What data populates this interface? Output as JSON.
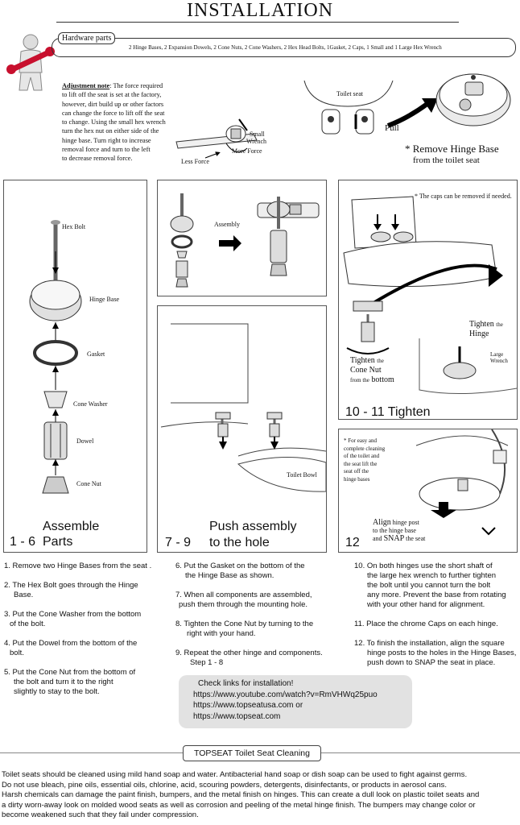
{
  "title": "INSTALLATION",
  "hardware": {
    "label": "Hardware parts",
    "list": "2 Hinge Bases, 2 Expansion Dowels, 2 Cone Nuts, 2 Cone Washers, 2 Hex Head Bolts, 1Gasket, 2 Caps, 1 Small and 1 Large Hex Wrench"
  },
  "adjustment": {
    "heading": "Adjustment note",
    "lines": [
      ": The force required",
      "to lift off the seat is set at the factory,",
      "however, dirt build up or other factors",
      "can change the force to lift off the seat",
      "to change. Using the small hex wrench",
      "turn the hex nut on either side of the",
      "hinge base.  Turn right to increase",
      "removal force and turn to the left",
      "to decrease removal force."
    ],
    "small_wrench": [
      "Small",
      "Wrench"
    ],
    "more_force": "More Force",
    "less_force": "Less Force"
  },
  "remove": {
    "toilet_seat": "Toilet seat",
    "pull": "Pull",
    "line1": "* Remove Hinge Base",
    "line2": "from the toilet seat"
  },
  "panel1": {
    "hex_bolt": "Hex Bolt",
    "hinge_base": "Hinge Base",
    "gasket": "Gasket",
    "cone_washer": "Cone Washer",
    "dowel": "Dowel",
    "cone_nut": "Cone Nut",
    "caption_top": "Assemble",
    "caption_num": "1 - 6",
    "caption_word": "Parts"
  },
  "panel2": {
    "assembly": "Assembly"
  },
  "panel3": {
    "toilet_bowl": "Toilet Bowl",
    "caption_num": "7 - 9",
    "caption_l1": "Push  assembly",
    "caption_l2": "to the hole"
  },
  "panel4": {
    "note": "* The caps can be removed if needed.",
    "tighten_hinge_1": "Tighten",
    "tighten_hinge_2": "the",
    "tighten_hinge_3": "Hinge",
    "large_wrench_1": "Large",
    "large_wrench_2": "Wrench",
    "tighten_nut_1": "Tighten",
    "tighten_nut_2": "the",
    "tighten_nut_3": "Cone Nut",
    "tighten_nut_4": "from the",
    "tighten_nut_5": "bottom",
    "caption": "10 - 11 Tighten"
  },
  "panel5": {
    "note": [
      "* For easy and",
      "complete cleaning",
      "of the toilet and",
      "the seat lift the",
      "seat off the",
      "hinge bases"
    ],
    "align_1": "Align",
    "align_2": "hinge post",
    "align_3": "to the hinge base",
    "align_4": "and",
    "align_5": "SNAP",
    "align_6": "the seat",
    "caption": "12"
  },
  "steps_col1": [
    {
      "a": "1. Remove two Hinge Bases from the seat .",
      "b": ""
    },
    {
      "a": "2. The Hex Bolt goes through the Hinge",
      "b": "Base."
    },
    {
      "a": "3. Put the Cone Washer from the bottom",
      "b": "of the bolt."
    },
    {
      "a": "4. Put the Dowel from the bottom of the",
      "b": "bolt."
    },
    {
      "a": "5. Put the Cone Nut from the bottom of",
      "b": "the bolt and turn it to the right"
    }
  ],
  "step5_extra": "slightly to stay to the bolt.",
  "steps_col2": [
    {
      "a": "6. Put the Gasket  on the bottom of the",
      "b": "the Hinge Base as shown."
    },
    {
      "a": "7.  When all components  are assembled,",
      "b": "push them through the mounting hole."
    },
    {
      "a": "8.  Tighten the Cone Nut by turning to the",
      "b": "right with your hand."
    },
    {
      "a": "9.  Repeat the other hinge and components.",
      "b": "Step 1 - 8"
    }
  ],
  "steps_col3": [
    {
      "a": "10. On both hinges use the short shaft of",
      "b": "the large hex wrench to further tighten"
    },
    {
      "a": "11.  Place the chrome Caps on each hinge.",
      "b": ""
    },
    {
      "a": "12.  To finish the installation, align the square",
      "b": "hinge posts to the holes in the Hinge Bases,"
    }
  ],
  "step10_extra": [
    "the bolt until you cannot turn the bolt",
    "any more.   Prevent the base from rotating",
    "with your other hand for alignment."
  ],
  "step12_extra": "push down to SNAP the seat in place.",
  "links": {
    "heading": "Check links for installation!",
    "items": [
      "https://www.youtube.com/watch?v=RmVHWq25puo",
      "https://www.topseatusa.com or",
      "https://www.topseat.com"
    ]
  },
  "cleaning": {
    "title": "TOPSEAT Toilet Seat Cleaning",
    "lines": [
      "Toilet seats should be cleaned using mild hand soap and water. Antibacterial hand soap or dish soap can be used to fight against germs.",
      "Do not use bleach, pine oils, essential oils, chlorine, acid, scouring powders, detergents, disinfectants, or products in aerosol cans.",
      "Harsh chemicals can damage the paint finish, bumpers, and the metal finish on hinges. This can create a dull look on plastic toilet seats and",
      "a dirty worn-away look on molded wood seats as well as corrosion and peeling of the metal hinge finish.  The bumpers may change color or",
      "become weakened such that they fail under compression."
    ]
  },
  "icons": [
    "mascot-wrench-icon",
    "arrow-icon",
    "hinge-base-icon",
    "toilet-icon"
  ]
}
